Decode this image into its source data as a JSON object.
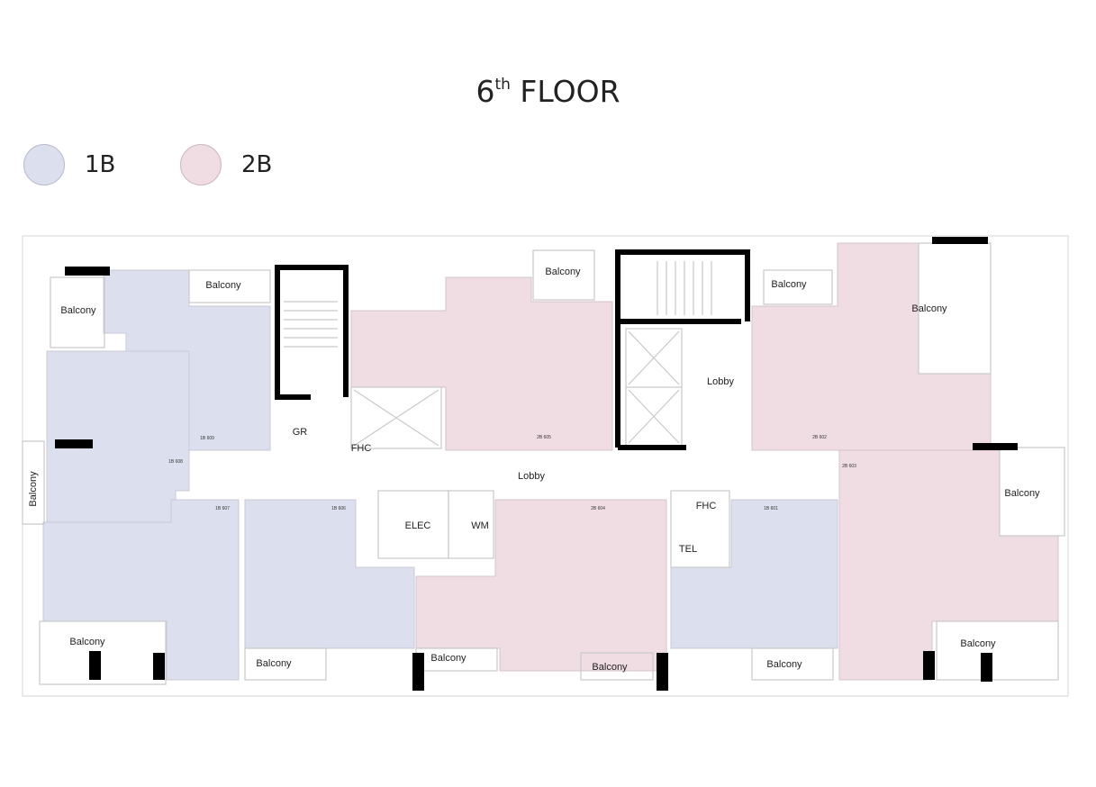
{
  "title": {
    "prefix": "6",
    "sup": "th",
    "rest": " FLOOR"
  },
  "legend": [
    {
      "label": "1B",
      "color": "#dcdfee"
    },
    {
      "label": "2B",
      "color": "#f0dde3"
    }
  ],
  "units": [
    {
      "type": "1B",
      "num": "609"
    },
    {
      "type": "1B",
      "num": "608"
    },
    {
      "type": "1B",
      "num": "607"
    },
    {
      "type": "1B",
      "num": "606"
    },
    {
      "type": "2B",
      "num": "605"
    },
    {
      "type": "2B",
      "num": "604"
    },
    {
      "type": "2B",
      "num": "602"
    },
    {
      "type": "2B",
      "num": "603"
    },
    {
      "type": "1B",
      "num": "601"
    }
  ],
  "rooms": {
    "balcony": "Balcony",
    "lobby": "Lobby",
    "gr": "GR",
    "fhc": "FHC",
    "elec": "ELEC",
    "wm": "WM",
    "tel": "TEL"
  }
}
